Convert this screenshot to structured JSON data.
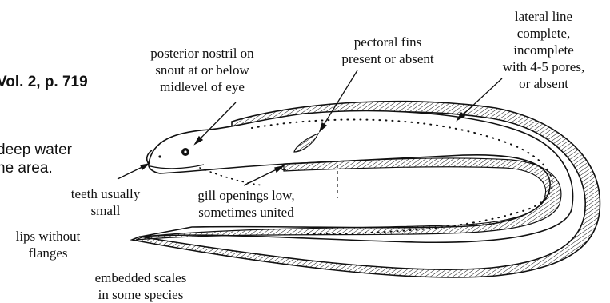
{
  "page_text": {
    "reference": "Vol. 2, p. 719",
    "cut_line_1": "deep water",
    "cut_line_2": "he area."
  },
  "labels": {
    "posterior_nostril": [
      "posterior nostril on",
      "snout at or below",
      "midlevel of eye"
    ],
    "pectoral_fins": [
      "pectoral fins",
      "present or absent"
    ],
    "lateral_line": [
      "lateral line",
      "complete,",
      "incomplete",
      "with 4-5 pores,",
      "or absent"
    ],
    "teeth": [
      "teeth usually",
      "small"
    ],
    "gill_openings": [
      "gill openings low,",
      "sometimes united"
    ],
    "lips": [
      "lips without",
      "flanges"
    ],
    "scales": [
      "embedded scales",
      "in some species"
    ]
  },
  "colors": {
    "ink": "#111111",
    "paper": "#ffffff"
  }
}
